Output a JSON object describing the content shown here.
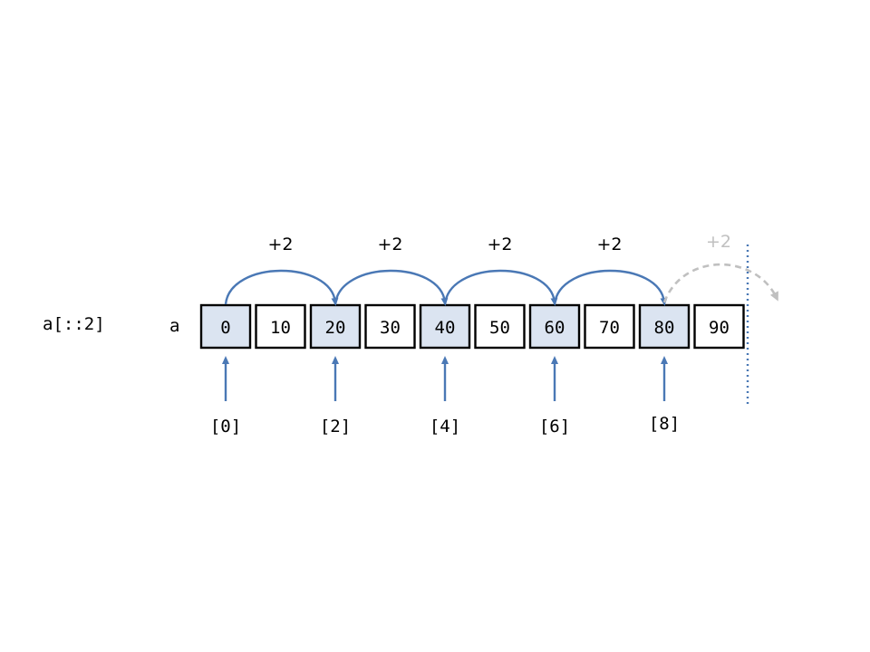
{
  "expression": "a[::2]",
  "array_name": "a",
  "values": [
    "0",
    "10",
    "20",
    "30",
    "40",
    "50",
    "60",
    "70",
    "80",
    "90"
  ],
  "selected_indices": [
    0,
    2,
    4,
    6,
    8
  ],
  "index_labels": [
    "[0]",
    "[2]",
    "[4]",
    "[6]",
    "[8]"
  ],
  "step_label": "+2",
  "colors": {
    "accent": "#4a78b5",
    "selected_fill": "#dbe4f1",
    "cell_fill": "#ffffff",
    "cell_border": "#000000",
    "overflow": "#c0c0c0",
    "boundary": "#4a78b5"
  }
}
